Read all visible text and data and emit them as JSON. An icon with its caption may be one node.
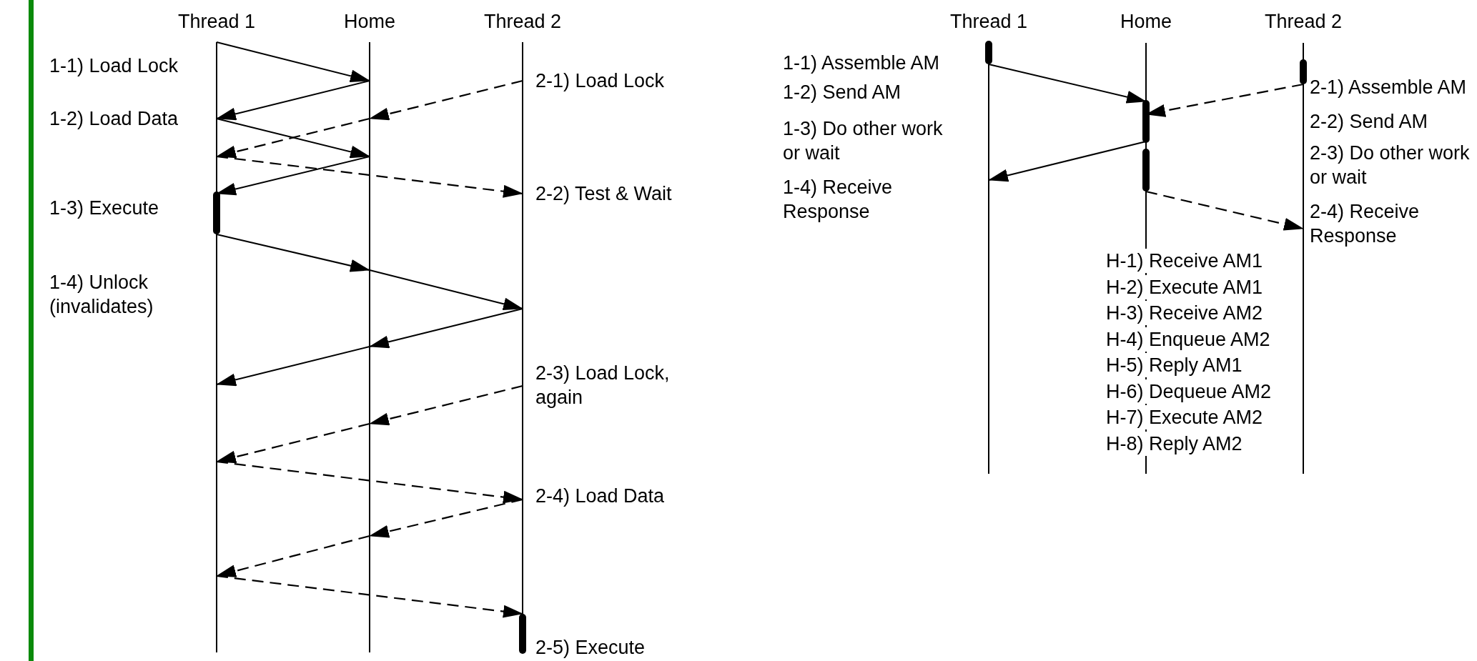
{
  "diagram": {
    "nodes": [
      {
        "text": [
          "Thread 1"
        ]
      },
      {
        "text": [
          "Home"
        ]
      },
      {
        "text": [
          "Thread 2"
        ]
      },
      {
        "text": [
          "Thread 1"
        ]
      },
      {
        "text": [
          "Home"
        ]
      },
      {
        "text": [
          "Thread 2"
        ]
      }
    ],
    "edges": [
      {
        "from": 0,
        "to": 1,
        "arrow": "to"
      },
      {
        "from": 1,
        "to": 0,
        "arrow": "to"
      },
      {
        "from": 2,
        "to": 1,
        "arrow": "to",
        "style": "dashed"
      },
      {
        "from": 0,
        "to": 1,
        "arrow": "to"
      },
      {
        "from": 1,
        "to": 0,
        "arrow": "to",
        "style": "dashed"
      },
      {
        "from": 1,
        "to": 0,
        "arrow": "to"
      },
      {
        "from": 0,
        "to": 2,
        "arrow": "to",
        "style": "dashed"
      },
      {
        "from": 0,
        "to": 1,
        "arrow": "to"
      },
      {
        "from": 1,
        "to": 2,
        "arrow": "to"
      },
      {
        "from": 2,
        "to": 1,
        "arrow": "to"
      },
      {
        "from": 1,
        "to": 0,
        "arrow": "to"
      },
      {
        "from": 2,
        "to": 1,
        "arrow": "to",
        "style": "dashed"
      },
      {
        "from": 1,
        "to": 0,
        "arrow": "to",
        "style": "dashed"
      },
      {
        "from": 0,
        "to": 2,
        "arrow": "to",
        "style": "dashed"
      },
      {
        "from": 2,
        "to": 1,
        "arrow": "to",
        "style": "dashed"
      },
      {
        "from": 1,
        "to": 0,
        "arrow": "to",
        "style": "dashed"
      },
      {
        "from": 0,
        "to": 2,
        "arrow": "to",
        "style": "dashed"
      },
      {
        "from": 3,
        "to": 4,
        "arrow": "to"
      },
      {
        "from": 5,
        "to": 4,
        "arrow": "to",
        "style": "dashed"
      },
      {
        "from": 4,
        "to": 3,
        "arrow": "to"
      },
      {
        "from": 4,
        "to": 5,
        "arrow": "to",
        "style": "dashed"
      }
    ],
    "labels": [
      "1-1) Load Lock",
      "2-1) Load Lock",
      "1-2) Load Data",
      "2-2) Test & Wait",
      "1-3) Execute",
      "1-4) Unlock (invalidates)",
      "2-3) Load Lock, again",
      "2-4) Load Data",
      "2-5) Execute",
      "1-1) Assemble AM",
      "2-1) Assemble AM",
      "1-2) Send AM",
      "2-2) Send AM",
      "1-3) Do other work or wait",
      "2-3) Do other work or wait",
      "1-4) Receive Response",
      "2-4) Receive Response",
      "H-1) Receive AM1",
      "H-2) Execute AM1",
      "H-3) Receive AM2",
      "H-4) Enqueue AM2",
      "H-5) Reply AM1",
      "H-6) Dequeue AM2",
      "H-7) Execute AM2",
      "H-8) Reply AM2"
    ]
  }
}
